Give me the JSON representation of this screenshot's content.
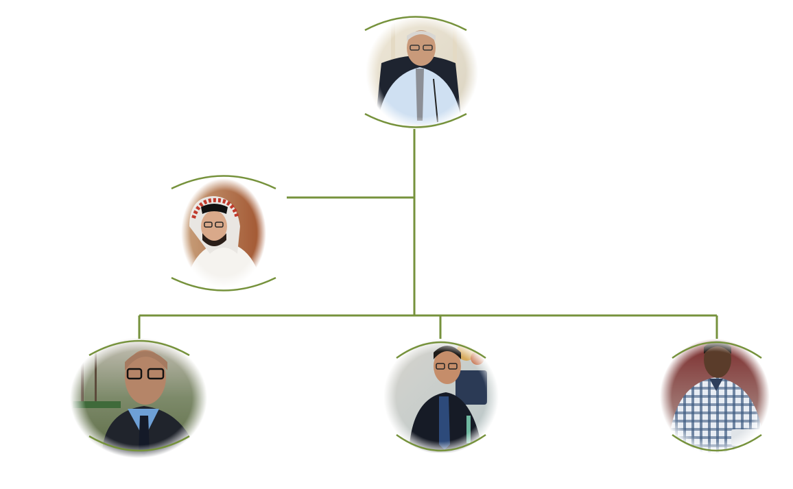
{
  "colors": {
    "connector": "#76923c",
    "frame_arc": "#76923c",
    "background": "#ffffff"
  },
  "org_chart": {
    "root": {
      "id": "head",
      "kind": "portrait",
      "subject": "man-in-light-blue-shirt-and-tie-at-desk"
    },
    "assistant": {
      "id": "assistant",
      "kind": "portrait",
      "subject": "man-in-red-white-shemagh"
    },
    "members": [
      {
        "id": "member-left",
        "kind": "portrait",
        "subject": "man-in-dark-suit-outdoors"
      },
      {
        "id": "member-center",
        "kind": "portrait",
        "subject": "man-in-dark-suit-at-desk"
      },
      {
        "id": "member-right",
        "kind": "portrait",
        "subject": "man-in-plaid-shirt"
      }
    ]
  }
}
